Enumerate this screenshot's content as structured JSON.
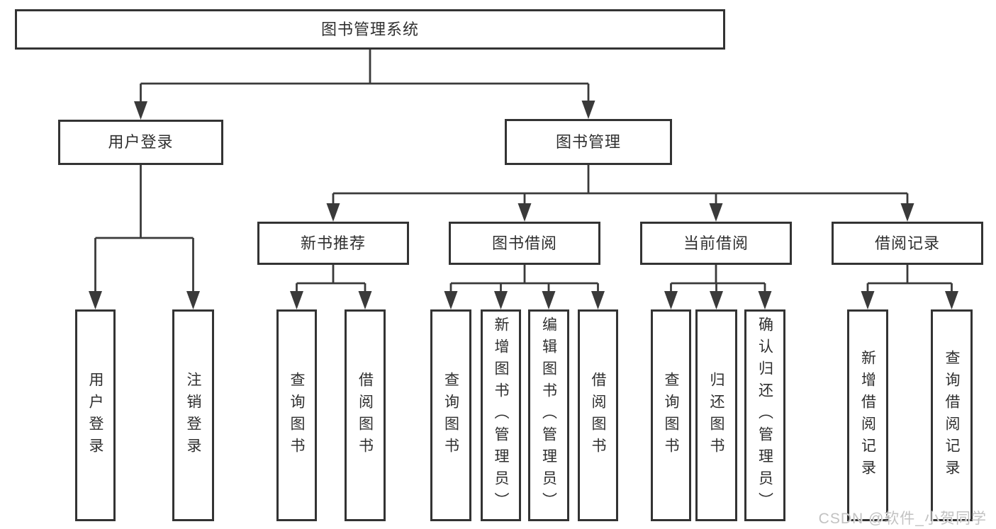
{
  "nodes": {
    "root": {
      "label": "图书管理系统"
    },
    "l2": [
      {
        "label": "用户登录"
      },
      {
        "label": "图书管理"
      }
    ],
    "l3": [
      {
        "label": "新书推荐"
      },
      {
        "label": "图书借阅"
      },
      {
        "label": "当前借阅"
      },
      {
        "label": "借阅记录"
      }
    ],
    "l4": [
      {
        "label": "用户登录"
      },
      {
        "label": "注销登录"
      },
      {
        "label": "查询图书"
      },
      {
        "label": "借阅图书"
      },
      {
        "label": "查询图书"
      },
      {
        "label": "新增图书（管理员）"
      },
      {
        "label": "编辑图书（管理员）"
      },
      {
        "label": "借阅图书"
      },
      {
        "label": "查询图书"
      },
      {
        "label": "归还图书"
      },
      {
        "label": "确认归还（管理员）"
      },
      {
        "label": "新增借阅记录"
      },
      {
        "label": "查询借阅记录"
      }
    ]
  },
  "watermark": {
    "text": "CSDN @软件_小贺同学"
  },
  "colors": {
    "line": "#3a3a3a",
    "border": "#333333",
    "text": "#2f2f2f",
    "watermark": "#c2c2c2",
    "background": "#ffffff"
  }
}
